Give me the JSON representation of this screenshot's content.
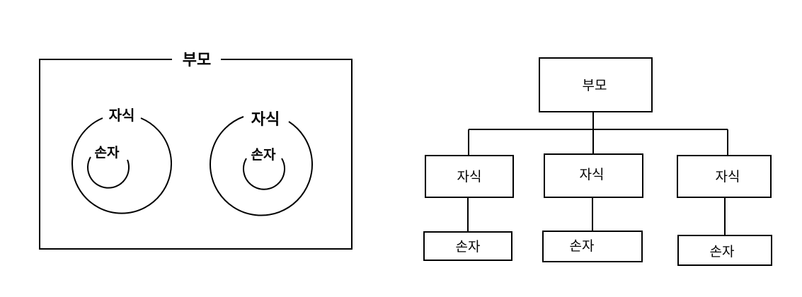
{
  "venn": {
    "outer_label": "부모",
    "groups": [
      {
        "child_label": "자식",
        "grandchild_label": "손자"
      },
      {
        "child_label": "자식",
        "grandchild_label": "손자"
      }
    ]
  },
  "tree": {
    "root_label": "부모",
    "children": [
      {
        "label": "자식",
        "grandchild_label": "손자"
      },
      {
        "label": "자식",
        "grandchild_label": "손자"
      },
      {
        "label": "자식",
        "grandchild_label": "손자"
      }
    ]
  }
}
